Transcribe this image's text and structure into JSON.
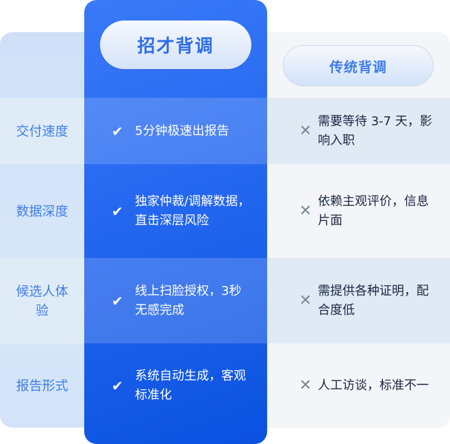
{
  "header": {
    "primary": "招才背调",
    "secondary": "传统背调"
  },
  "rows": [
    {
      "label": "交付速度",
      "ours": "5分钟极速出报告",
      "theirs": "需要等待 3-7 天，影响入职"
    },
    {
      "label": "数据深度",
      "ours": "独家仲裁/调解数据，直击深层风险",
      "theirs": "依赖主观评价，信息片面"
    },
    {
      "label": "候选人体验",
      "ours": "线上扫脸授权，3秒无感完成",
      "theirs": "需提供各种证明，配合度低"
    },
    {
      "label": "报告形式",
      "ours": "系统自动生成，客观标准化",
      "theirs": "人工访谈，标准不一"
    }
  ],
  "icons": {
    "ours": "check-icon",
    "theirs": "cross-icon"
  },
  "colors": {
    "accent": "#2265ee",
    "label": "#3f7ee8",
    "cross": "#7c8696"
  }
}
